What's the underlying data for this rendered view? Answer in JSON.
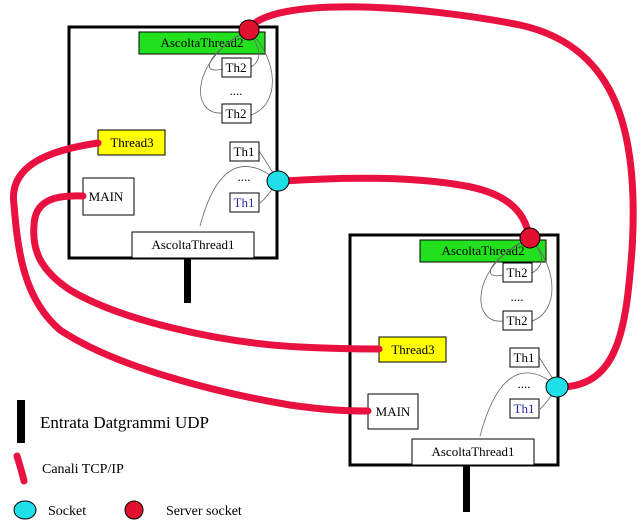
{
  "colors": {
    "channel": "#e8113f",
    "socket": "#1fe0e8",
    "server_socket": "#e0102e",
    "listener_box": "#22e01e",
    "thread3_box": "#ffff00",
    "box_border": "#000000",
    "th1_label_blue": "#2a2aa8"
  },
  "node1": {
    "ascolta_thread2": "AscoltaThread2",
    "th2_top": "Th2",
    "ellipsis_top": "....",
    "th2_bottom": "Th2",
    "thread3": "Thread3",
    "th1_top": "Th1",
    "ellipsis_mid": "....",
    "th1_bottom": "Th1",
    "main": "MAIN",
    "ascolta_thread1": "AscoltaThread1"
  },
  "node2": {
    "ascolta_thread2": "AscoltaThread2",
    "th2_top": "Th2",
    "ellipsis_top": "....",
    "th2_bottom": "Th2",
    "thread3": "Thread3",
    "th1_top": "Th1",
    "ellipsis_mid": "....",
    "th1_bottom": "Th1",
    "main": "MAIN",
    "ascolta_thread1": "AscoltaThread1"
  },
  "legend": {
    "udp_entry": "Entrata Datgrammi UDP",
    "tcp_channels": "Canali TCP/IP",
    "socket": "Socket",
    "server_socket": "Server socket"
  }
}
